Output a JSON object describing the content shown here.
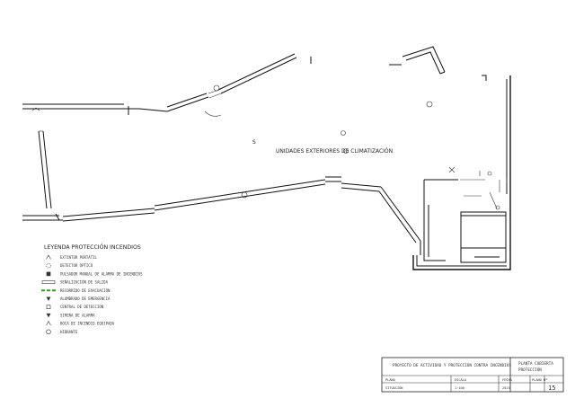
{
  "drawing": {
    "area_label": "UNIDADES EXTERIORES DE CLIMATIZACIÓN"
  },
  "legend": {
    "title": "LEYENDA PROTECCIÓN INCENDIOS",
    "items": [
      {
        "symbol": "extinguisher",
        "label": "EXTINTOR PORTÁTIL"
      },
      {
        "symbol": "detector",
        "label": "DETECTOR ÓPTICO"
      },
      {
        "symbol": "push-button",
        "label": "PULSADOR MANUAL DE ALARMA DE INCENDIOS"
      },
      {
        "symbol": "exit-sign",
        "label": "SEÑALIZACIÓN DE SALIDA"
      },
      {
        "symbol": "evac-route",
        "label": "RECORRIDO DE EVACUACIÓN"
      },
      {
        "symbol": "emergency-light",
        "label": "ALUMBRADO DE EMERGENCIA"
      },
      {
        "symbol": "control-panel",
        "label": "CENTRAL DE DETECCIÓN"
      },
      {
        "symbol": "siren",
        "label": "SIRENA DE ALARMA"
      },
      {
        "symbol": "bie",
        "label": "BOCA DE INCENDIO EQUIPADA"
      },
      {
        "symbol": "hydrant",
        "label": "HIDRANTE"
      }
    ],
    "route_color": "#2e9d1f"
  },
  "title_block": {
    "project": "PROYECTO DE ACTIVIDAD Y PROTECCIÓN CONTRA INCENDIOS",
    "sheet_title": "PLANTA CUBIERTA",
    "sheet_subtitle": "PROTECCIÓN",
    "row_labels": [
      "PLANO",
      "SITUACIÓN"
    ],
    "mid_labels": [
      "ESCALA",
      "FECHA",
      "PLANO Nº"
    ],
    "scale": "1:100",
    "date": "2023",
    "sheet_number": "15"
  }
}
